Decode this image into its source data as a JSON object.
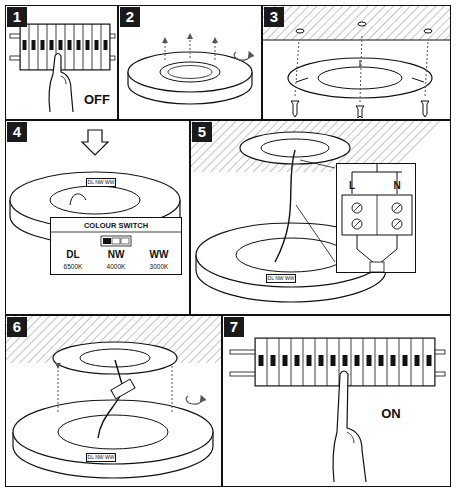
{
  "diagram": {
    "nodes": [
      {
        "text": [
          "1",
          "OFF"
        ]
      },
      {
        "text": [
          "2"
        ]
      },
      {
        "text": [
          "3"
        ]
      },
      {
        "text": [
          "4",
          "DL NW WW"
        ]
      },
      {
        "text": [
          "COLOUR SWITCH",
          "DL",
          "NW",
          "WW",
          "6500K",
          "4000K",
          "3000K"
        ],
        "in": 3
      },
      {
        "text": [
          "5",
          "DL NW WW"
        ]
      },
      {
        "text": [
          "L",
          "N"
        ],
        "in": 5
      },
      {
        "text": [
          "6",
          "DL NW WW"
        ]
      },
      {
        "text": [
          "7",
          "ON"
        ]
      }
    ]
  }
}
